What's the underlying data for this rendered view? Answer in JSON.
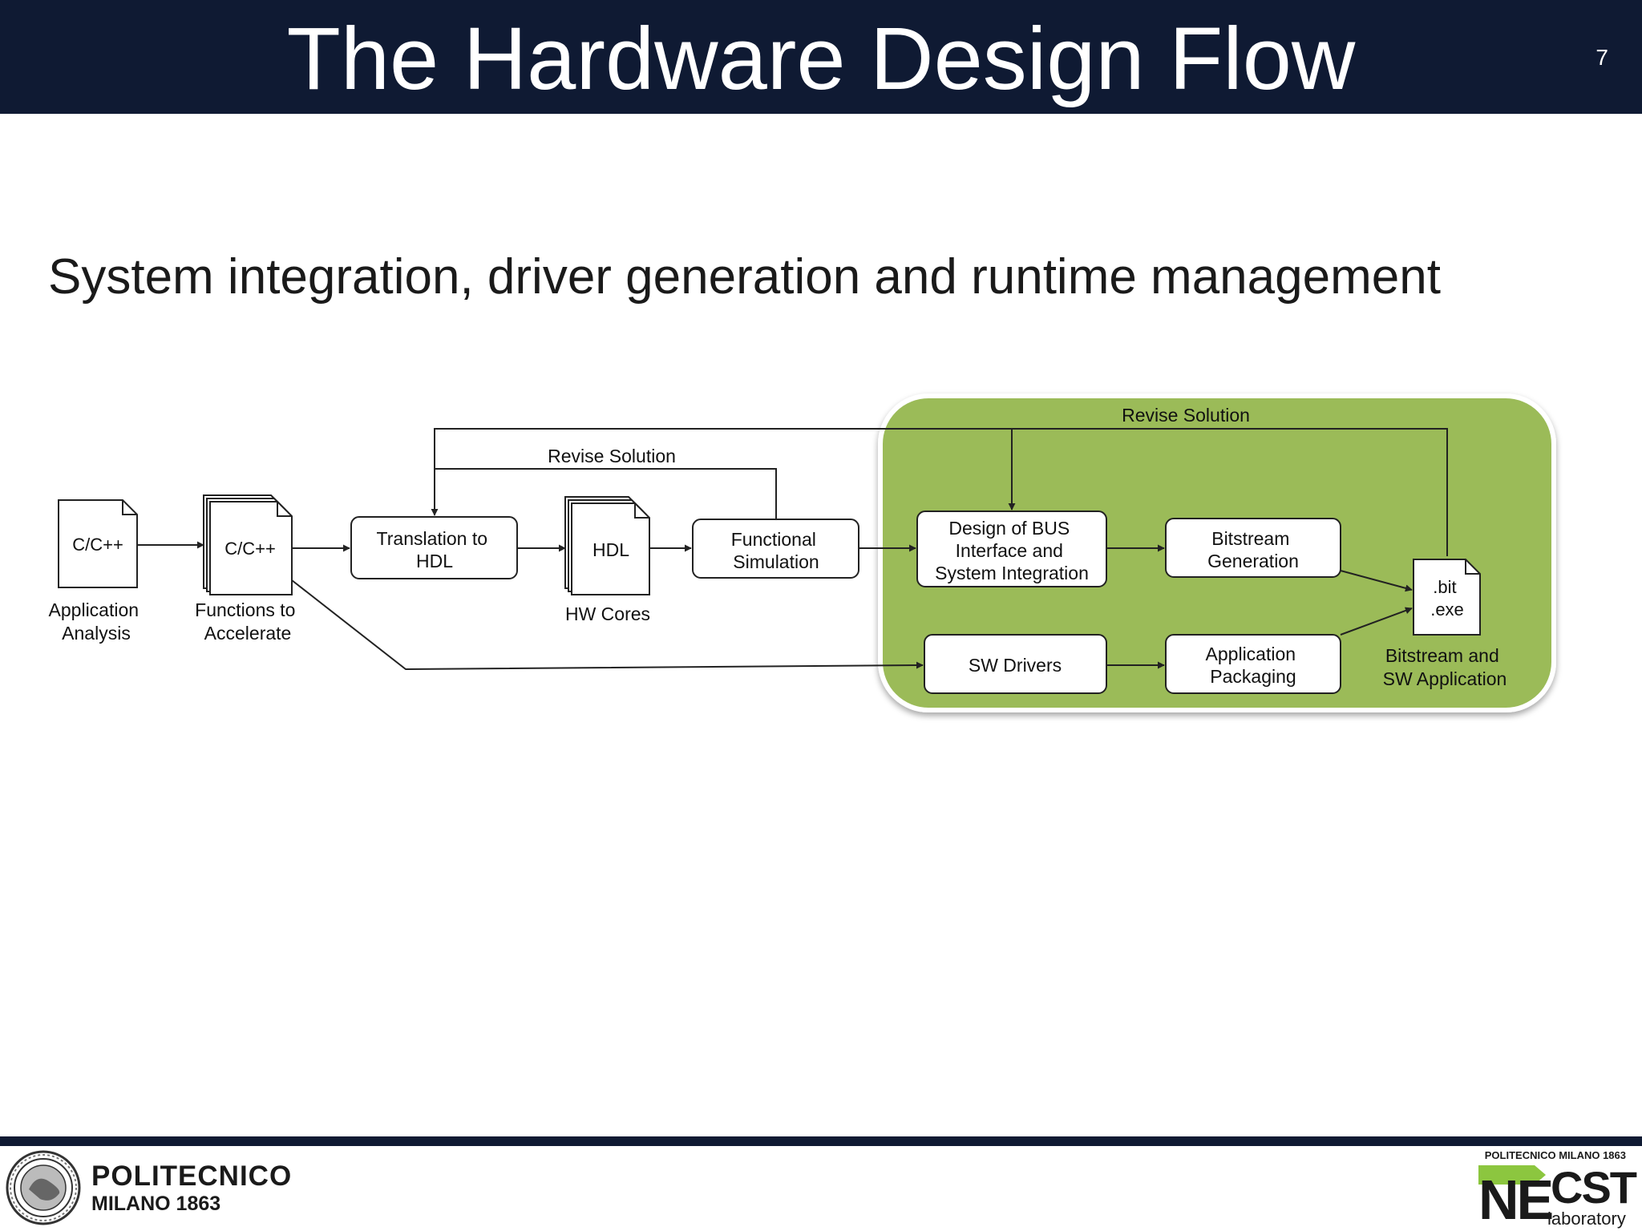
{
  "slide": {
    "title": "The Hardware Design Flow",
    "page_number": "7",
    "subtitle": "System integration, driver generation and runtime management"
  },
  "diagram": {
    "nodes": {
      "cpp1": "C/C++",
      "cpp2": "C/C++",
      "translation": [
        "Translation to",
        "HDL"
      ],
      "hdl": "HDL",
      "func_sim": [
        "Functional",
        "Simulation"
      ],
      "bus_design": [
        "Design of BUS",
        "Interface and",
        "System Integration"
      ],
      "bitstream_gen": [
        "Bitstream",
        "Generation"
      ],
      "sw_drivers": "SW Drivers",
      "app_packaging": [
        "Application",
        "Packaging"
      ],
      "bit_exe": [
        ".bit",
        ".exe"
      ]
    },
    "captions": {
      "app_analysis": [
        "Application",
        "Analysis"
      ],
      "functions": [
        "Functions to",
        "Accelerate"
      ],
      "hw_cores": "HW Cores",
      "bit_sw": [
        "Bitstream and",
        "SW Application"
      ]
    },
    "loops": {
      "inner": "Revise Solution",
      "outer": "Revise Solution"
    },
    "colors": {
      "region": "#9bbb59",
      "stroke": "#222222",
      "box_fill": "#ffffff"
    }
  },
  "footer": {
    "polimi_name": "POLITECNICO",
    "polimi_sub": "MILANO 1863",
    "necst_top": "POLITECNICO MILANO 1863",
    "necst_ne": "NE",
    "necst_cst": "CST",
    "necst_lab": "laboratory"
  }
}
